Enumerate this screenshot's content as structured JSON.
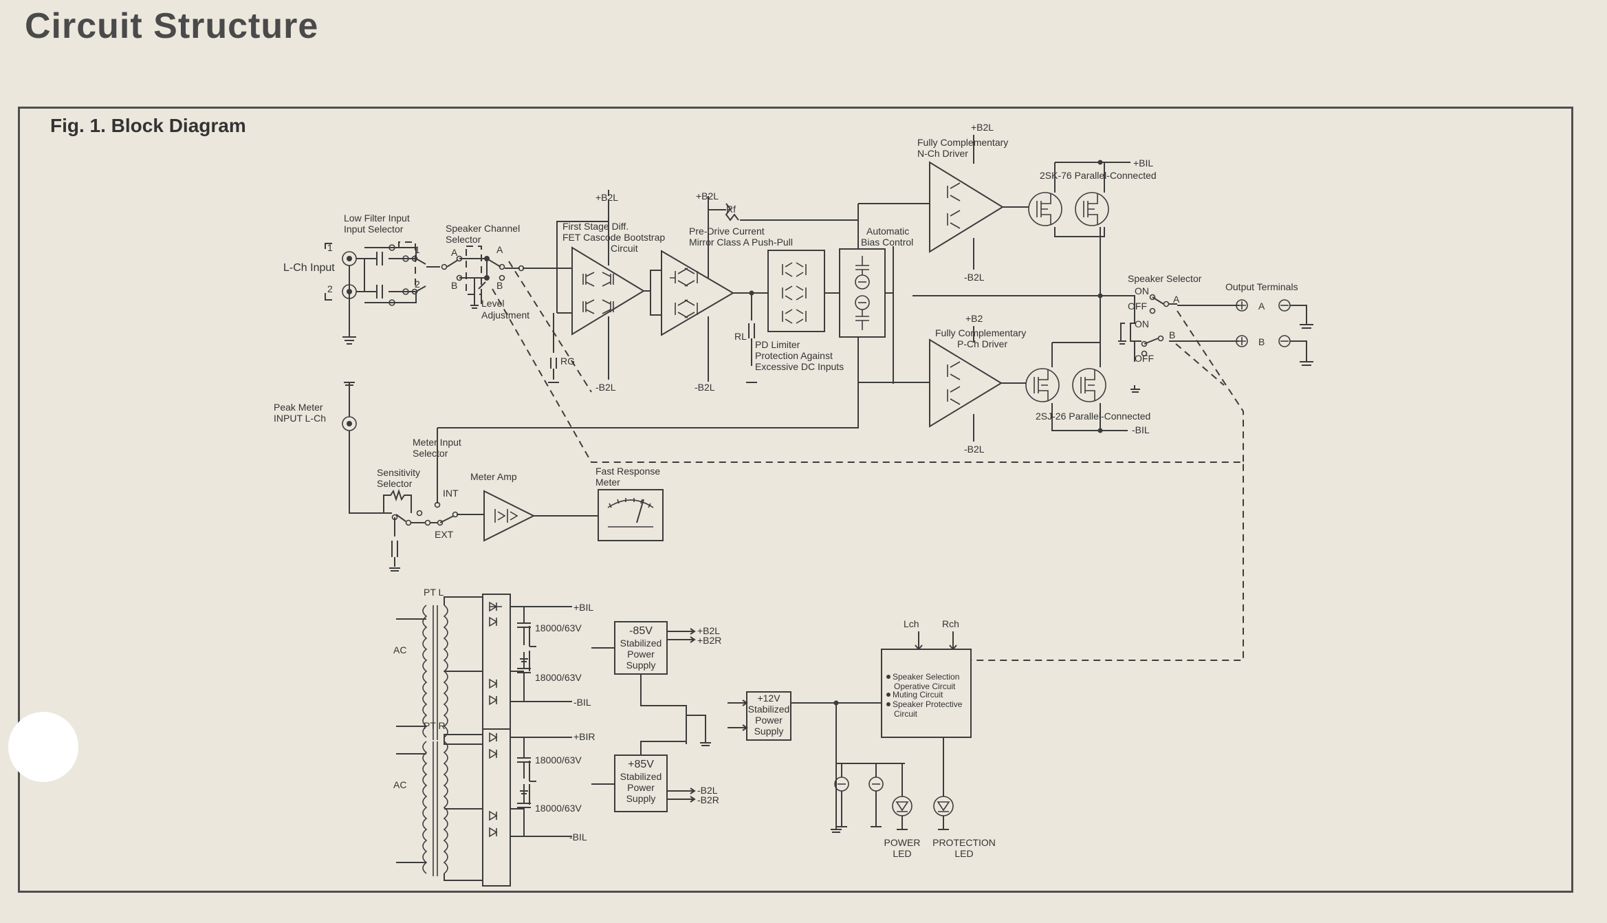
{
  "page": {
    "title": "Circuit Structure"
  },
  "figure": {
    "caption": "Fig. 1.  Block Diagram"
  },
  "labels": {
    "lch_input": "L-Ch Input",
    "in1": "1",
    "in2": "2",
    "low_filter_1": "Low Filter Input",
    "low_filter_2": "Input Selector",
    "spk_chan_1": "Speaker Channel",
    "spk_chan_2": "Selector",
    "sel_A": "A",
    "sel_B": "B",
    "level_1": "Level",
    "level_2": "Adjustment",
    "first_stage_1": "First Stage Diff.",
    "first_stage_2": "FET Cascode Bootstrap",
    "first_stage_3": "Circuit",
    "predrive_1": "Pre-Drive Current",
    "predrive_2": "Mirror Class A Push-Pull",
    "abc_1": "Automatic",
    "abc_2": "Bias Control",
    "pd_1": "PD Limiter",
    "pd_2": "Protection Against",
    "pd_3": "Excessive DC Inputs",
    "n_driver_1": "Fully Complementary",
    "n_driver_2": "N-Ch Driver",
    "p_driver_1": "Fully Complementary",
    "p_driver_2": "P-Ch Driver",
    "nfet": "2SK-76 Parallel-Connected",
    "pfet": "2SJ-26 Parallel-Connected",
    "plus_b2l": "+B2L",
    "minus_b2l": "-B2L",
    "plus_b2": "+B2",
    "plus_bil": "+BIL",
    "minus_bil": "-BIL",
    "rf": "Rf",
    "rl": "RL",
    "rg": "RG",
    "spk_sel": "Speaker Selector",
    "on": "ON",
    "off": "OFF",
    "out_terms": "Output Terminals",
    "peak_1": "Peak Meter",
    "peak_2": "INPUT L-Ch",
    "meter_in_1": "Meter Input",
    "meter_in_2": "Selector",
    "sens_1": "Sensitivity",
    "sens_2": "Selector",
    "int": "INT",
    "ext": "EXT",
    "meter_amp": "Meter Amp",
    "fast_1": "Fast Response",
    "fast_2": "Meter",
    "ptl": "PT L",
    "ptr": "PT R",
    "ac": "AC",
    "cap": "18000/63V",
    "plus_bir": "+BIR",
    "neg85_1": "-85V",
    "neg85_2": "Stabilized",
    "neg85_3": "Power",
    "neg85_4": "Supply",
    "pos85_1": "+85V",
    "pos85_2": "Stabilized",
    "pos85_3": "Power",
    "pos85_4": "Supply",
    "b2l_out": "+B2L",
    "b2r_out": "+B2R",
    "b2l_out2": "-B2L",
    "b2r_out2": "-B2R",
    "p12_1": "+12V",
    "p12_2": "Stabilized",
    "p12_3": "Power",
    "p12_4": "Supply",
    "lch": "Lch",
    "rch": "Rch",
    "prot_1": "Speaker Selection",
    "prot_2": "Operative Circuit",
    "prot_3": "Muting Circuit",
    "prot_4": "Speaker Protective",
    "prot_5": "Circuit",
    "power_led_1": "POWER",
    "power_led_2": "LED",
    "prot_led_1": "PROTECTION",
    "prot_led_2": "LED"
  }
}
